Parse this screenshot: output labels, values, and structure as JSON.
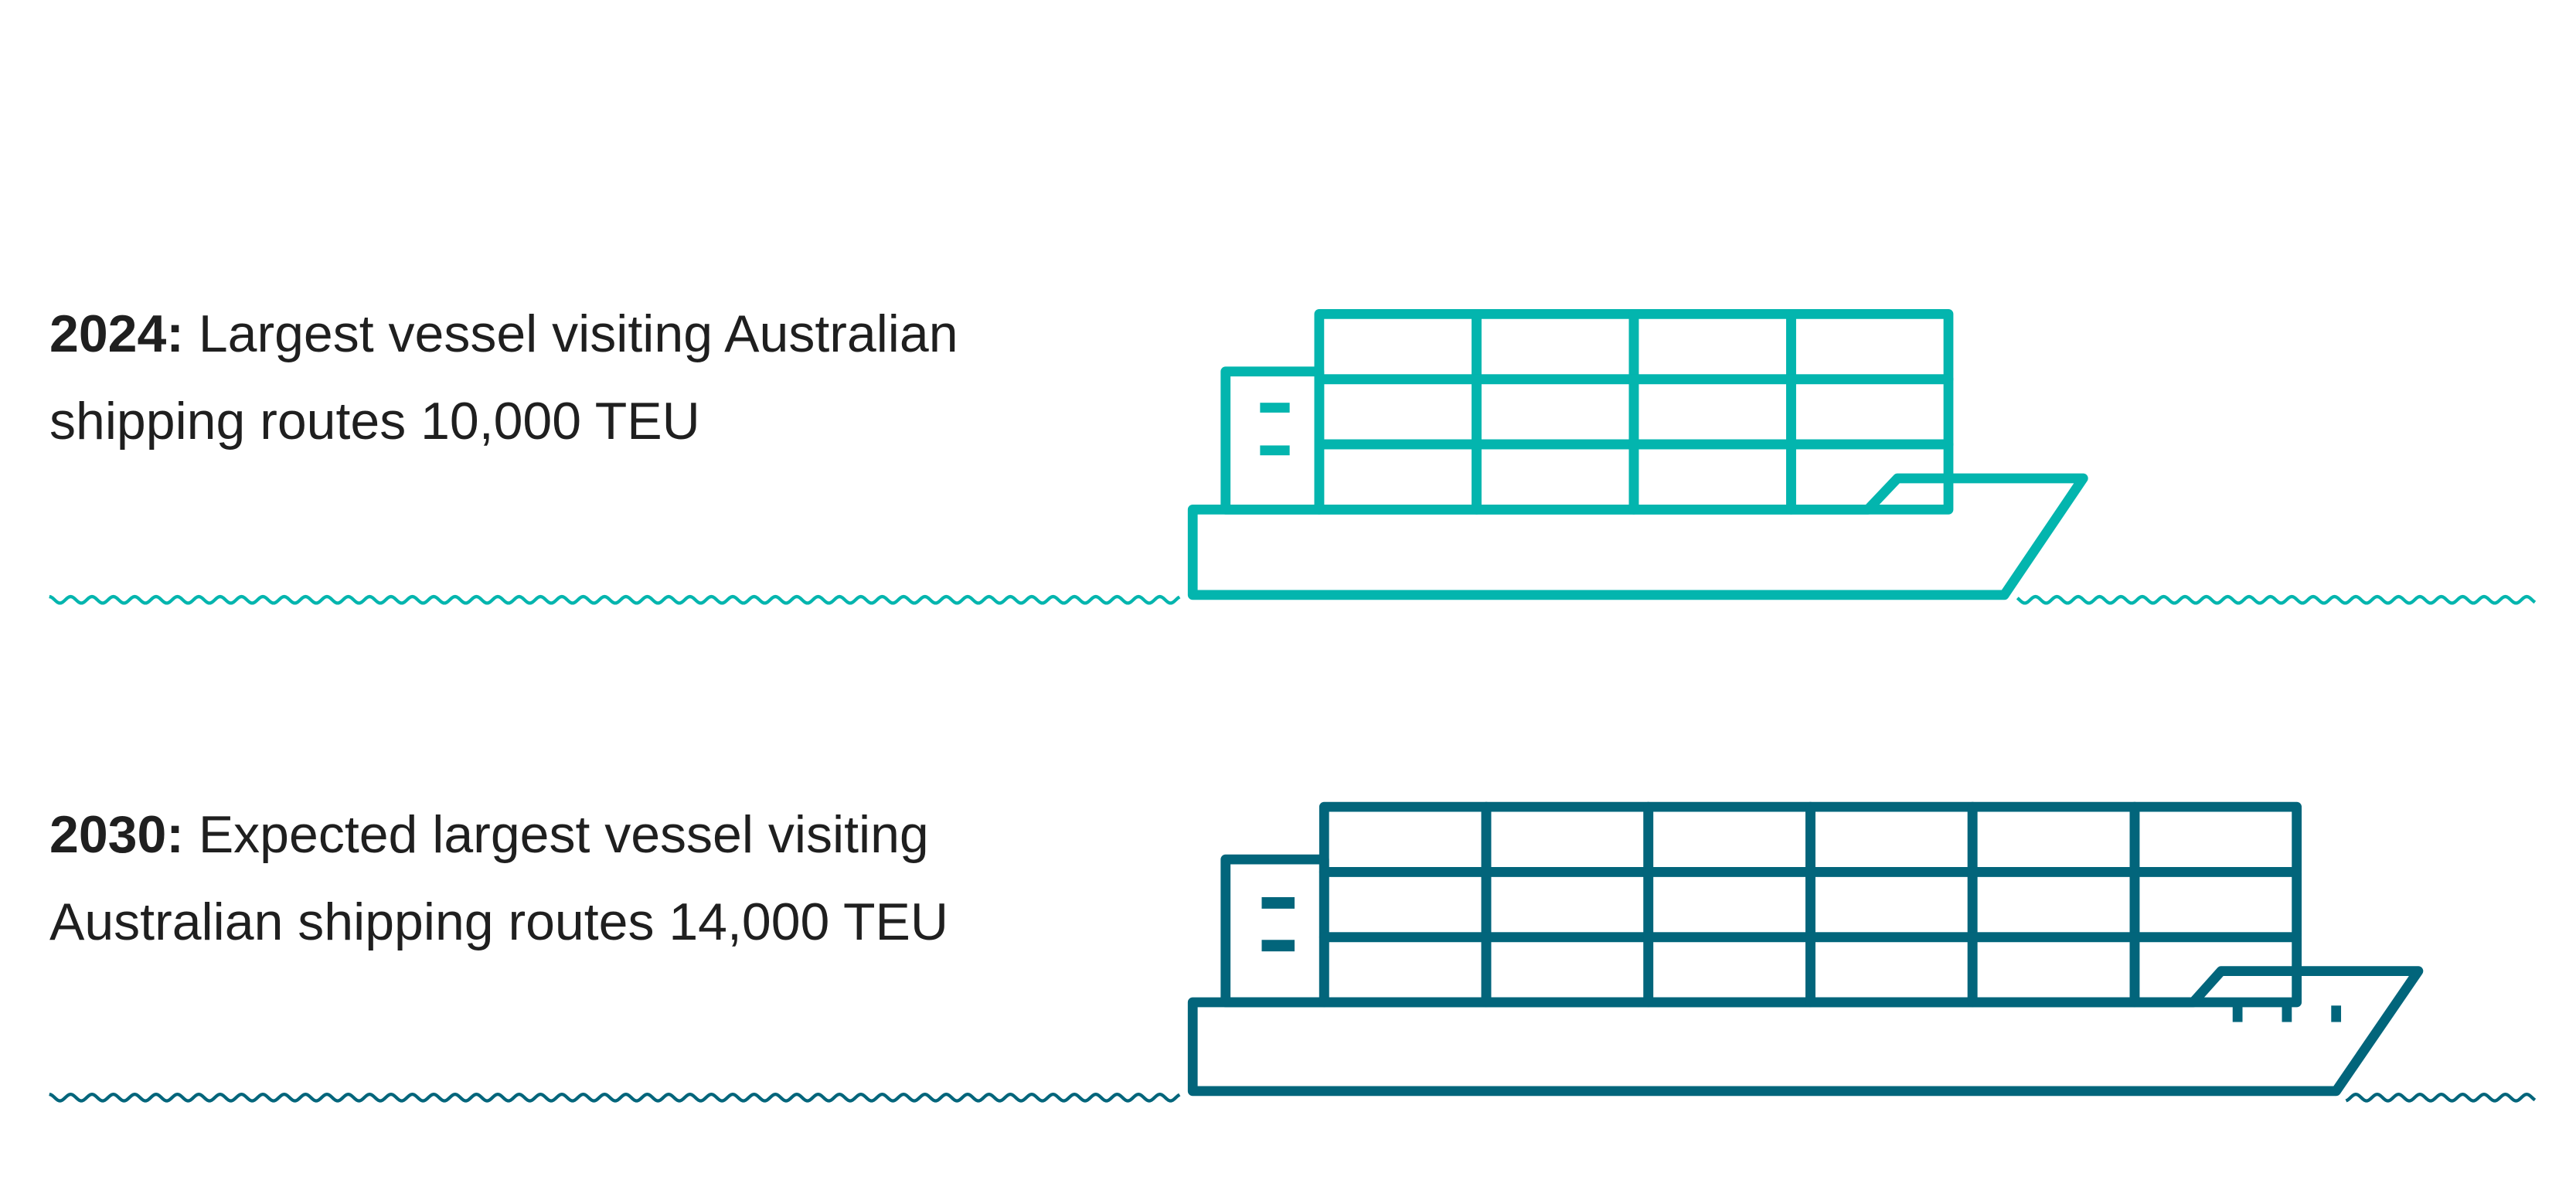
{
  "items": [
    {
      "year": "2024:",
      "line1": "Largest vessel visiting Australian",
      "line2": "shipping routes 10,000 TEU",
      "color": "#03b5ae",
      "container_columns": 4,
      "container_rows": 3
    },
    {
      "year": "2030:",
      "line1": "Expected largest vessel visiting",
      "line2": "Australian shipping routes 14,000 TEU",
      "color": "#02657b",
      "container_columns": 6,
      "container_rows": 3
    }
  ]
}
